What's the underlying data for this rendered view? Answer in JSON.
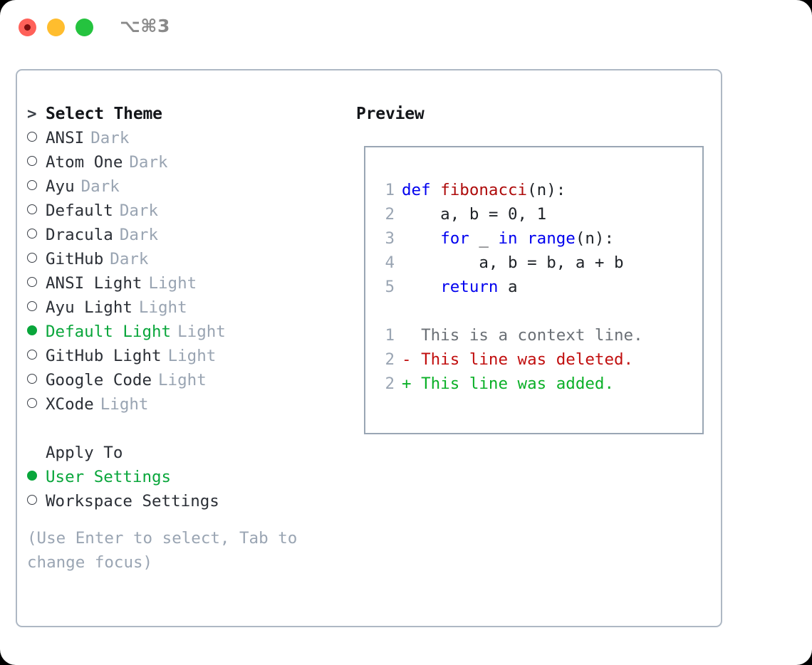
{
  "window": {
    "title_shortcut": "⌥⌘3",
    "traffic_lights": [
      {
        "name": "close-button",
        "color": "#ff6159"
      },
      {
        "name": "minimize-button",
        "color": "#ffbd2e"
      },
      {
        "name": "maximize-button",
        "color": "#25c33f"
      }
    ]
  },
  "colors": {
    "accent_green": "#09a63b",
    "muted": "#99a4b2",
    "keyword_blue": "#0000ef",
    "function_red": "#ae0b0b",
    "diff_add": "#0bb028",
    "diff_del": "#c10f0f",
    "border": "#aeb8c4",
    "text": "#2b2f36"
  },
  "theme_list": {
    "header_prefix": ">",
    "header": "Select Theme",
    "items": [
      {
        "label": "ANSI",
        "tag": "Dark",
        "selected": false
      },
      {
        "label": "Atom One",
        "tag": "Dark",
        "selected": false
      },
      {
        "label": "Ayu",
        "tag": "Dark",
        "selected": false
      },
      {
        "label": "Default",
        "tag": "Dark",
        "selected": false
      },
      {
        "label": "Dracula",
        "tag": "Dark",
        "selected": false
      },
      {
        "label": "GitHub",
        "tag": "Dark",
        "selected": false
      },
      {
        "label": "ANSI Light",
        "tag": "Light",
        "selected": false
      },
      {
        "label": "Ayu Light",
        "tag": "Light",
        "selected": false
      },
      {
        "label": "Default Light",
        "tag": "Light",
        "selected": true
      },
      {
        "label": "GitHub Light",
        "tag": "Light",
        "selected": false
      },
      {
        "label": "Google Code",
        "tag": "Light",
        "selected": false
      },
      {
        "label": "XCode",
        "tag": "Light",
        "selected": false
      }
    ]
  },
  "apply_to": {
    "header": "Apply To",
    "items": [
      {
        "label": "User Settings",
        "selected": true
      },
      {
        "label": "Workspace Settings",
        "selected": false
      }
    ]
  },
  "hint": "(Use Enter to select, Tab to change focus)",
  "preview": {
    "title": "Preview",
    "code_lines": [
      {
        "no": "1",
        "tokens": [
          {
            "t": "def ",
            "c": "kw"
          },
          {
            "t": "fibonacci",
            "c": "fn"
          },
          {
            "t": "(n):",
            "c": "pl"
          }
        ]
      },
      {
        "no": "2",
        "tokens": [
          {
            "t": "    a, b = 0, 1",
            "c": "pl"
          }
        ]
      },
      {
        "no": "3",
        "tokens": [
          {
            "t": "    ",
            "c": "pl"
          },
          {
            "t": "for",
            "c": "kw"
          },
          {
            "t": " _ ",
            "c": "pl"
          },
          {
            "t": "in",
            "c": "kw"
          },
          {
            "t": " ",
            "c": "pl"
          },
          {
            "t": "range",
            "c": "kw"
          },
          {
            "t": "(n):",
            "c": "pl"
          }
        ]
      },
      {
        "no": "4",
        "tokens": [
          {
            "t": "        a, b = b, a + b",
            "c": "pl"
          }
        ]
      },
      {
        "no": "5",
        "tokens": [
          {
            "t": "    ",
            "c": "pl"
          },
          {
            "t": "return",
            "c": "kw"
          },
          {
            "t": " a",
            "c": "pl"
          }
        ]
      }
    ],
    "diff_lines": [
      {
        "no": "1",
        "marker": " ",
        "text": "This is a context line.",
        "kind": "ctx"
      },
      {
        "no": "2",
        "marker": "-",
        "text": "This line was deleted.",
        "kind": "del"
      },
      {
        "no": "2",
        "marker": "+",
        "text": "This line was added.",
        "kind": "add"
      }
    ]
  }
}
